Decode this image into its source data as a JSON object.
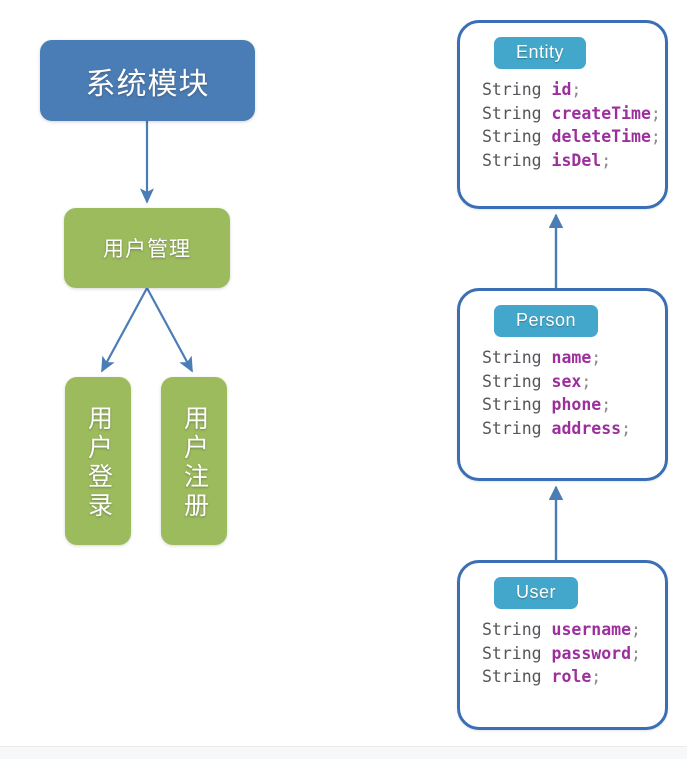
{
  "diagram": {
    "title_hidden": "",
    "flow": {
      "root": {
        "label": "系统模块",
        "color": "#4a7cb5"
      },
      "mid": {
        "label": "用户管理",
        "color": "#9cbb5d"
      },
      "leaves": [
        {
          "label": "用户登录",
          "color": "#9cbb5d"
        },
        {
          "label": "用户注册",
          "color": "#9cbb5d"
        }
      ]
    },
    "classes": [
      {
        "name": "Entity",
        "header_color": "#42a7ca",
        "border_color": "#3a6fb5",
        "fields": [
          {
            "type": "String",
            "name": "id",
            "terminator": ";"
          },
          {
            "type": "String",
            "name": "createTime",
            "terminator": ";"
          },
          {
            "type": "String",
            "name": "deleteTime",
            "terminator": ";"
          },
          {
            "type": "String",
            "name": "isDel",
            "terminator": ";"
          }
        ]
      },
      {
        "name": "Person",
        "header_color": "#42a7ca",
        "border_color": "#3a6fb5",
        "fields": [
          {
            "type": "String",
            "name": "name",
            "terminator": ";"
          },
          {
            "type": "String",
            "name": "sex",
            "terminator": ";"
          },
          {
            "type": "String",
            "name": "phone",
            "terminator": ";"
          },
          {
            "type": "String",
            "name": "address",
            "terminator": ";"
          }
        ]
      },
      {
        "name": "User",
        "header_color": "#42a7ca",
        "border_color": "#3a6fb5",
        "fields": [
          {
            "type": "String",
            "name": "username",
            "terminator": ";"
          },
          {
            "type": "String",
            "name": "password",
            "terminator": ";"
          },
          {
            "type": "String",
            "name": "role",
            "terminator": ";"
          }
        ]
      }
    ],
    "connectors": {
      "arrow_color": "#4a7cb5",
      "flow_edges": [
        {
          "from": "系统模块",
          "to": "用户管理"
        },
        {
          "from": "用户管理",
          "to": "用户登录"
        },
        {
          "from": "用户管理",
          "to": "用户注册"
        }
      ],
      "inheritance_edges": [
        {
          "from": "Person",
          "to": "Entity"
        },
        {
          "from": "User",
          "to": "Person"
        }
      ]
    }
  }
}
